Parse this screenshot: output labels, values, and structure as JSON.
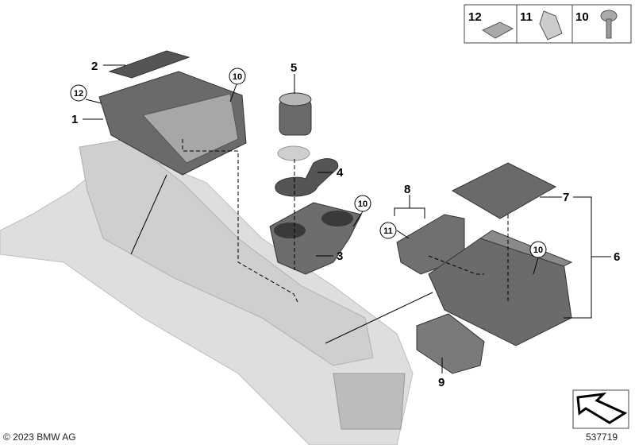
{
  "legend_box": {
    "items": [
      {
        "number": "12",
        "icon": "clip-nut-icon"
      },
      {
        "number": "11",
        "icon": "spring-clip-icon"
      },
      {
        "number": "10",
        "icon": "screw-icon"
      }
    ]
  },
  "labels": {
    "part_1": "1",
    "part_2": "2",
    "part_3": "3",
    "part_4": "4",
    "part_5": "5",
    "part_6": "6",
    "part_7": "7",
    "part_8": "8",
    "part_9": "9",
    "circled_12": "12",
    "circled_10_a": "10",
    "circled_10_b": "10",
    "circled_10_c": "10",
    "circled_11": "11"
  },
  "footer": {
    "copyright": "© 2023 BMW AG",
    "diagram_number": "537719"
  },
  "colors": {
    "part_gray": "#5f5f5f",
    "console_gray": "#d4d4d4",
    "line": "#000000"
  }
}
